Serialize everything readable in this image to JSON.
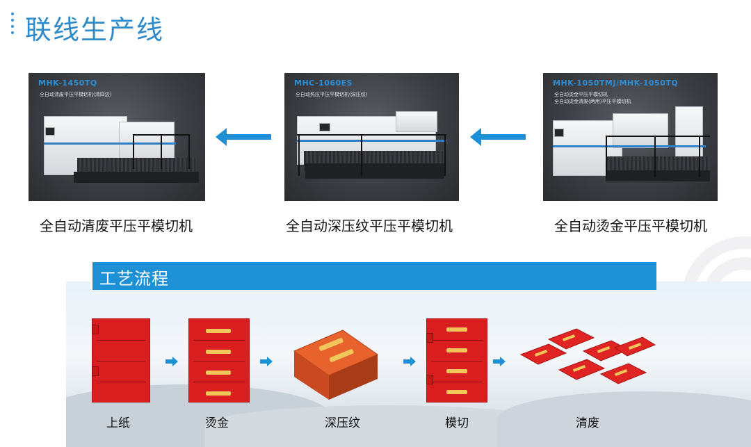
{
  "page": {
    "title": "联线生产线"
  },
  "machines": [
    {
      "code": "MHK-1450TQ",
      "desc": [
        "全自动清废平压平模切机(清四边)"
      ],
      "label": "全自动清废平压平模切机"
    },
    {
      "code": "MHC-1060ES",
      "desc": [
        "全自动热压平压平模切机(深压纹)"
      ],
      "label": "全自动深压纹平压平模切机"
    },
    {
      "code": "MHK-1050TMJ/MHK-1050TQ",
      "desc": [
        "全自动烫金平压平模切机",
        "全自动烫金清废(两用)平压平模切机"
      ],
      "label": "全自动烫金平压平模切机"
    }
  ],
  "process": {
    "title": "工艺流程",
    "steps": [
      {
        "label": "上纸"
      },
      {
        "label": "烫金"
      },
      {
        "label": "深压纹"
      },
      {
        "label": "模切"
      },
      {
        "label": "清废"
      }
    ]
  },
  "colors": {
    "accent": "#1d90d6",
    "title": "#2f8ac9",
    "carton": "#d81e1e",
    "gold": "#f1c75b"
  }
}
